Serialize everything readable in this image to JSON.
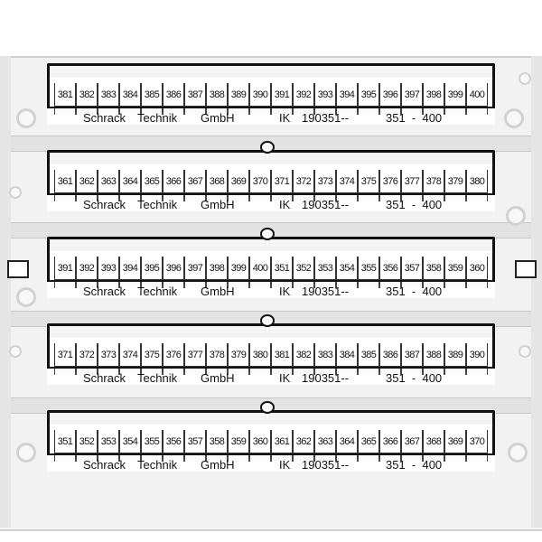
{
  "sheet": {
    "manufacturer": "Schrack",
    "technik": "Technik",
    "company": "GmbH",
    "code_prefix": "IK",
    "code": "190351--",
    "range": "351  -  400"
  },
  "strips": [
    {
      "numbers": [
        "381",
        "382",
        "383",
        "384",
        "385",
        "386",
        "387",
        "388",
        "389",
        "390",
        "391",
        "392",
        "393",
        "394",
        "395",
        "396",
        "397",
        "398",
        "399",
        "400"
      ]
    },
    {
      "numbers": [
        "361",
        "362",
        "363",
        "364",
        "365",
        "366",
        "367",
        "368",
        "369",
        "370",
        "371",
        "372",
        "373",
        "374",
        "375",
        "376",
        "377",
        "378",
        "379",
        "380"
      ]
    },
    {
      "numbers": [
        "391",
        "392",
        "393",
        "394",
        "395",
        "396",
        "397",
        "398",
        "399",
        "400",
        "351",
        "352",
        "353",
        "354",
        "355",
        "356",
        "357",
        "358",
        "359",
        "360"
      ]
    },
    {
      "numbers": [
        "371",
        "372",
        "373",
        "374",
        "375",
        "376",
        "377",
        "378",
        "379",
        "380",
        "381",
        "382",
        "383",
        "384",
        "385",
        "386",
        "387",
        "388",
        "389",
        "390"
      ]
    },
    {
      "numbers": [
        "351",
        "352",
        "353",
        "354",
        "355",
        "356",
        "357",
        "358",
        "359",
        "360",
        "361",
        "362",
        "363",
        "364",
        "365",
        "366",
        "367",
        "368",
        "369",
        "370"
      ]
    }
  ],
  "colors": {
    "ink": "#111111",
    "paper": "#ffffff",
    "frame": "#f2f2f2",
    "rail": "#e2e2e2"
  }
}
